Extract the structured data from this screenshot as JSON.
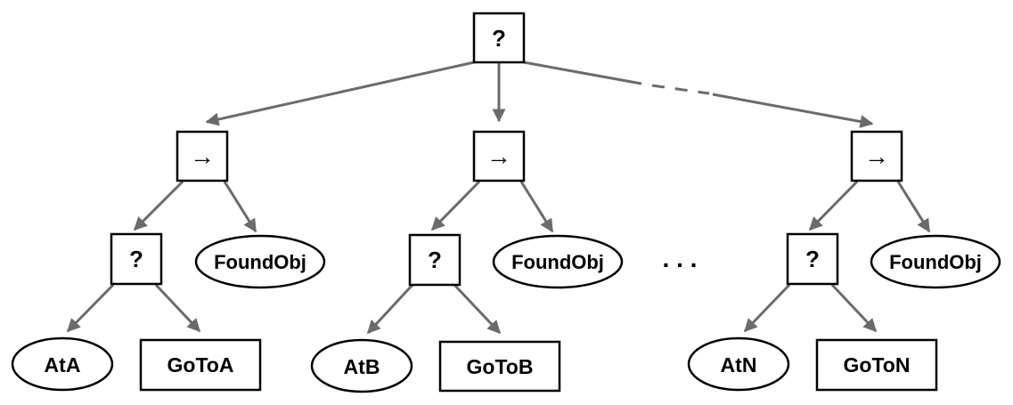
{
  "root": {
    "label": "?"
  },
  "branches": [
    {
      "sequence_label": "→",
      "fallback_label": "?",
      "found_label": "FoundObj",
      "at_label": "AtA",
      "goto_label": "GoToA"
    },
    {
      "sequence_label": "→",
      "fallback_label": "?",
      "found_label": "FoundObj",
      "at_label": "AtB",
      "goto_label": "GoToB"
    },
    {
      "sequence_label": "→",
      "fallback_label": "?",
      "found_label": "FoundObj",
      "at_label": "AtN",
      "goto_label": "GoToN"
    }
  ],
  "ellipsis": ". . ."
}
